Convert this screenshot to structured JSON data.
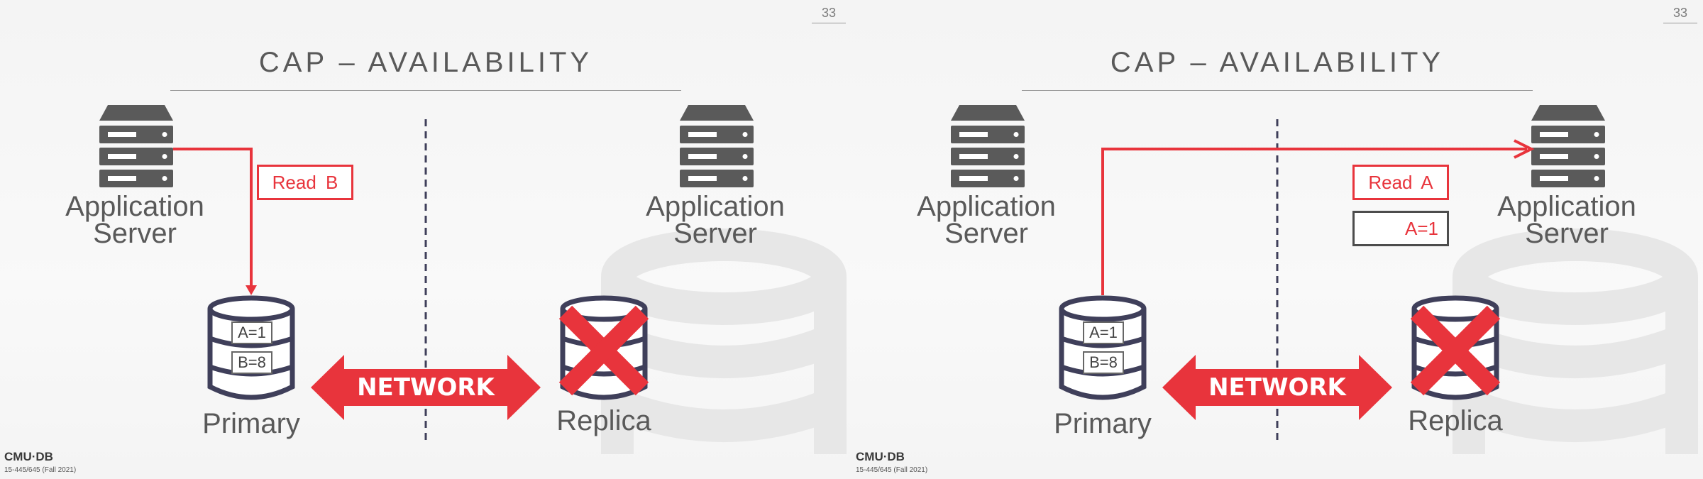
{
  "slides": [
    {
      "page_number": "33",
      "title": "CAP – AVAILABILITY",
      "app_server_left": "Application Server",
      "app_server_right": "Application Server",
      "primary_label": "Primary",
      "replica_label": "Replica",
      "db_values": [
        "A=1",
        "B=8"
      ],
      "network_label": "NETWORK",
      "message": "Read B",
      "footer_logo": "CMU·DB",
      "footer_course": "15-445/645 (Fall 2021)"
    },
    {
      "page_number": "33",
      "title": "CAP – AVAILABILITY",
      "app_server_left": "Application Server",
      "app_server_right": "Application Server",
      "primary_label": "Primary",
      "replica_label": "Replica",
      "db_values": [
        "A=1",
        "B=8"
      ],
      "network_label": "NETWORK",
      "message": "Read A",
      "response": "A=1",
      "footer_logo": "CMU·DB",
      "footer_course": "15-445/645 (Fall 2021)"
    }
  ],
  "colors": {
    "accent_red": "#e8343c",
    "server_gray": "#5a5a5a",
    "db_outline": "#3f3f5a"
  }
}
